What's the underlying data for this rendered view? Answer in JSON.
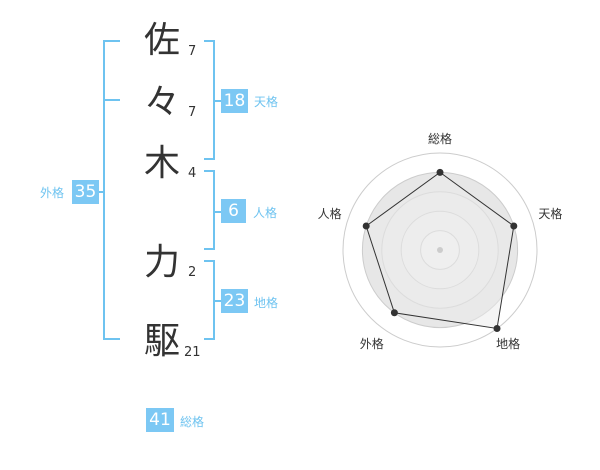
{
  "name": {
    "chars": [
      {
        "char": "佐",
        "strokes": "7"
      },
      {
        "char": "々",
        "strokes": "7"
      },
      {
        "char": "木",
        "strokes": "4"
      },
      {
        "char": "力",
        "strokes": "2"
      },
      {
        "char": "駆",
        "strokes": "21"
      }
    ]
  },
  "grades": {
    "tenkaku": {
      "value": "18",
      "label": "天格"
    },
    "jinkaku": {
      "value": "6",
      "label": "人格"
    },
    "chikaku": {
      "value": "23",
      "label": "地格"
    },
    "gaikaku": {
      "value": "35",
      "label": "外格"
    },
    "soukaku": {
      "value": "41",
      "label": "総格"
    }
  },
  "chart_data": {
    "type": "radar",
    "axes": [
      "総格",
      "天格",
      "地格",
      "外格",
      "人格"
    ],
    "values": [
      4,
      4,
      5,
      4,
      4
    ],
    "max": 5,
    "rings": 5,
    "colors": {
      "line": "#333333",
      "fill": "#f0f0f0",
      "ring": "#cccccc"
    }
  }
}
